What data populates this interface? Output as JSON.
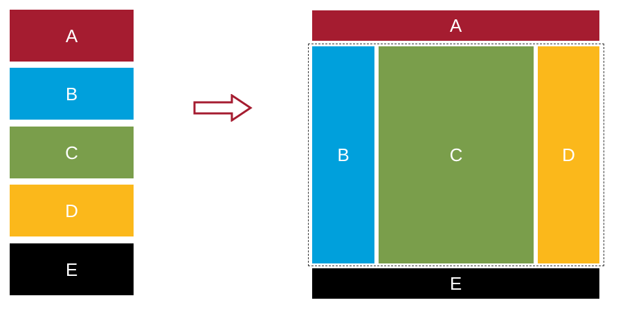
{
  "colors": {
    "a": "#a51c30",
    "b": "#00a0dc",
    "c": "#7a9e4b",
    "d": "#fbb81b",
    "e": "#000000",
    "arrow": "#a51c30"
  },
  "left_stack": {
    "a_label": "A",
    "b_label": "B",
    "c_label": "C",
    "d_label": "D",
    "e_label": "E"
  },
  "right_layout": {
    "a_label": "A",
    "b_label": "B",
    "c_label": "C",
    "d_label": "D",
    "e_label": "E"
  },
  "arrow": {
    "icon": "right-arrow-icon"
  }
}
